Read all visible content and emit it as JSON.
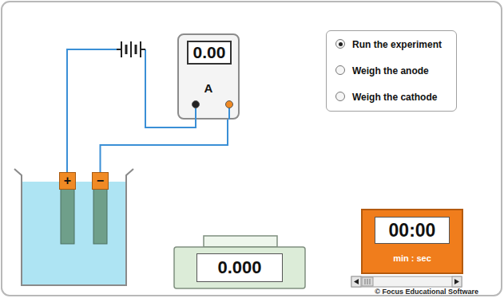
{
  "diagram": {
    "nodes": [
      {
        "text": [
          "A"
        ]
      },
      {
        "text": [
          "0.00"
        ],
        "in": 0
      },
      {
        "text": [
          "Run the experiment",
          "Weigh the anode",
          "Weigh the cathode"
        ]
      },
      {
        "text": [
          "+"
        ]
      },
      {
        "text": [
          "−"
        ]
      },
      {
        "text": [
          "0.000"
        ]
      },
      {
        "text": [
          "min : sec"
        ]
      },
      {
        "text": [
          "00:00"
        ],
        "in": 6
      }
    ],
    "edges": [
      {
        "from": 0,
        "to": 4,
        "arrow": "none"
      }
    ],
    "labels": [
      "© Focus Educational Software"
    ]
  }
}
